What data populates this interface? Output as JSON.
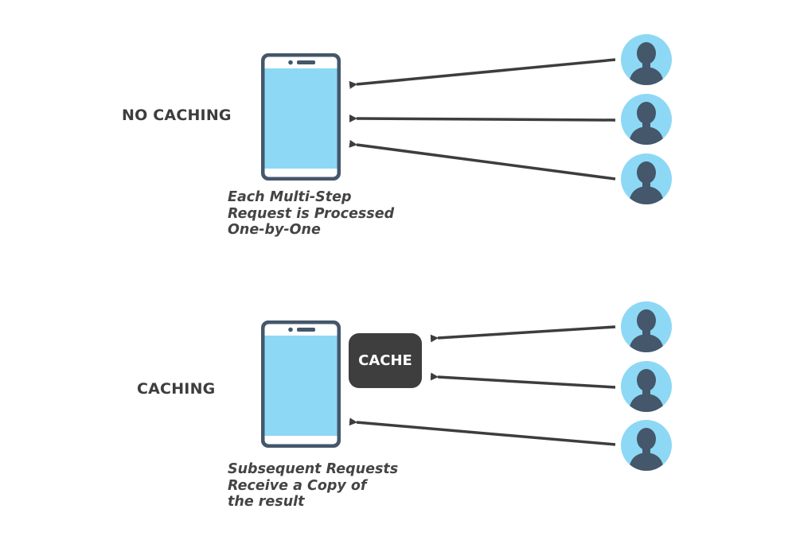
{
  "sections": {
    "no_caching": {
      "label": "NO CACHING",
      "caption": [
        "Each Multi-Step",
        "Request is Processed",
        "One-by-One"
      ]
    },
    "caching": {
      "label": "CACHING",
      "caption": [
        "Subsequent Requests",
        "Receive a Copy of",
        "the result"
      ]
    }
  },
  "cache": {
    "label": "CACHE"
  },
  "icons": {
    "device": "smartphone-icon",
    "user": "user-avatar-icon"
  },
  "colors": {
    "phone_frame": "#44576b",
    "phone_screen": "#8dd8f5",
    "avatar_bg": "#8dd8f5",
    "avatar_figure": "#44576b",
    "arrow": "#3d3d3d",
    "cache_box": "#3e3e3e",
    "text": "#3d3d3d"
  }
}
